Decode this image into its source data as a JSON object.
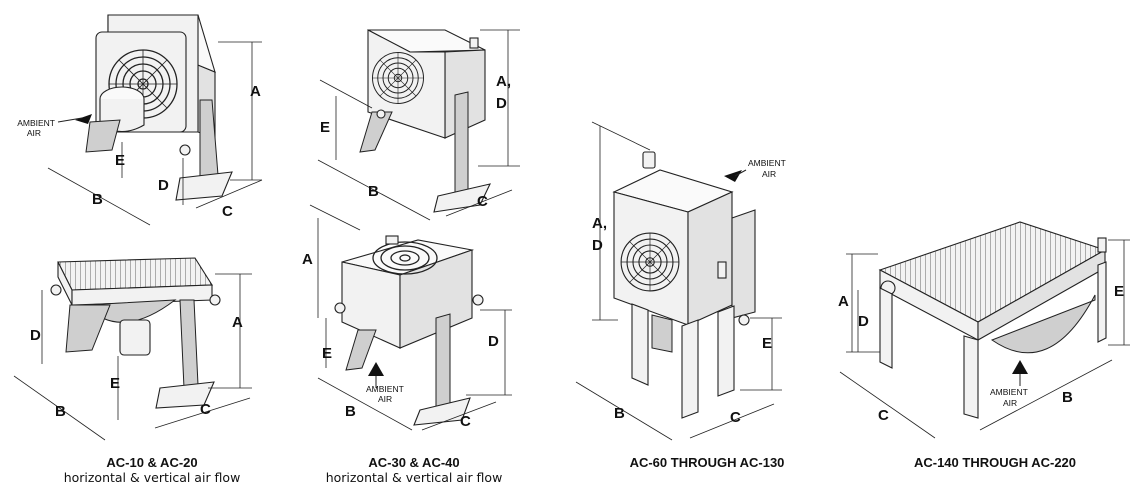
{
  "figures": [
    {
      "title": "AC-10 & AC-20",
      "subtitle": "horizontal & vertical air flow"
    },
    {
      "title": "AC-30 & AC-40",
      "subtitle": "horizontal & vertical air flow"
    },
    {
      "title": "AC-60 THROUGH AC-130",
      "subtitle": ""
    },
    {
      "title": "AC-140 THROUGH AC-220",
      "subtitle": ""
    }
  ],
  "dimension_labels": {
    "a": "A",
    "b": "B",
    "c": "C",
    "d": "D",
    "e": "E",
    "a_d_line1": "A,",
    "a_d_line2": "D"
  },
  "ambient_air": {
    "line1": "AMBIENT",
    "line2": "AIR"
  }
}
